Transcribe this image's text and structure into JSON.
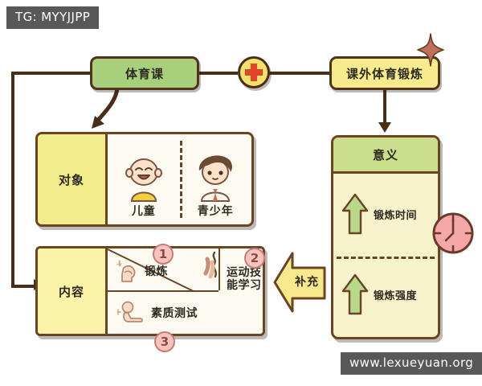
{
  "watermarks": {
    "tg_badge": "TG: MYYJJPP",
    "site_badge": "www.lexueyuan.org"
  },
  "nodes": {
    "pe_class": "体育课",
    "extracurricular": "课外体育锻炼",
    "plus_icon": "plus-icon",
    "sparkle_icon": "sparkle-icon"
  },
  "target_panel": {
    "label": "对象",
    "people": [
      {
        "caption": "儿童",
        "icon": "child-avatar-icon"
      },
      {
        "caption": "青少年",
        "icon": "teenager-avatar-icon"
      }
    ]
  },
  "content_panel": {
    "label": "内容",
    "items": [
      {
        "text": "锻炼",
        "number": "①",
        "icon": "flexed-bicep-icon"
      },
      {
        "text": "运动技能学习",
        "number": "②",
        "icon": "running-legs-icon"
      },
      {
        "text": "素质测试",
        "number": "③",
        "icon": "sit-and-reach-icon"
      }
    ],
    "numbers": [
      "1",
      "2",
      "3"
    ]
  },
  "supplement_arrow": {
    "label": "补充",
    "direction": "left"
  },
  "meaning_panel": {
    "title": "意义",
    "rows": [
      {
        "text": "锻炼时间",
        "icon": "up-arrow-icon"
      },
      {
        "text": "锻炼强度",
        "icon": "up-arrow-icon"
      }
    ],
    "clock_icon": "clock-icon"
  },
  "colors": {
    "green_box": "#a8d07c",
    "yellow_box": "#f7eb8e",
    "line": "#4a2d17",
    "border": "#6b4423",
    "panel_bg": "#fdfaf2",
    "meaning_bg": "#f7f3cd",
    "circle_badge": "#f6c3bd",
    "plus_red": "#e0442c",
    "clock_pink": "#f4a8a8",
    "badge_gray": "#585858"
  }
}
